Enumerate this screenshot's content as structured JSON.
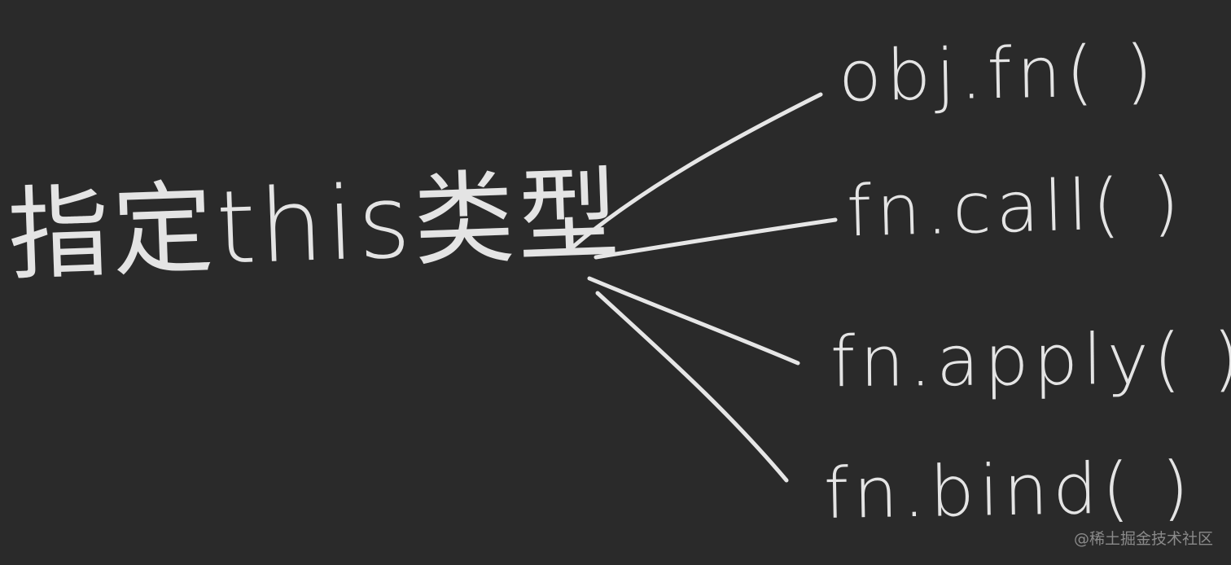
{
  "diagram": {
    "root": "指定this类型",
    "methods": [
      "obj.fn( )",
      "fn.call( )",
      "fn.apply( )",
      "fn.bind( )"
    ]
  },
  "watermark": "@稀土掘金技术社区",
  "colors": {
    "background": "#2a2a2a",
    "ink": "#e4e4e4",
    "watermark": "#8a8a8a"
  }
}
